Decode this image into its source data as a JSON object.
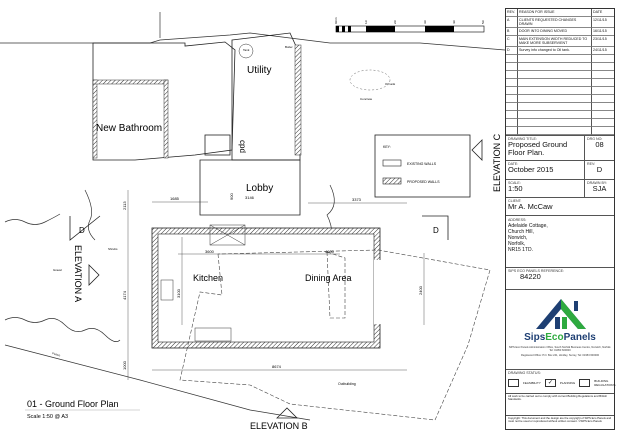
{
  "title_block": {
    "revisions_header": {
      "rev": "REV.",
      "reason": "REASON FOR ISSUE",
      "date": "DATE"
    },
    "revisions": [
      {
        "rev": "A",
        "reason": "CLIENTS REQUESTED CHANGES DRAWN",
        "date": "12/11/15"
      },
      {
        "rev": "B",
        "reason": "DOOR INTO DINING MOVED",
        "date": "16/11/15"
      },
      {
        "rev": "C",
        "reason": "MAIN EXTENSION WIDTH REDUCED TO MAKE MORE SUBSERVIENT",
        "date": "23/11/15"
      },
      {
        "rev": "D",
        "reason": "Survey info changed to Oil tank.",
        "date": "24/11/15"
      }
    ],
    "drawing_title_label": "DRAWING TITLE:",
    "drawing_title": "Proposed Ground Floor Plan.",
    "drg_no_label": "DRG NO:",
    "drg_no": "08",
    "date_label": "DATE:",
    "date": "October 2015",
    "rev_label": "REV:",
    "rev": "D",
    "scale_label": "SCALE:",
    "scale": "1:50",
    "drawn_by_label": "DRAWN BY:",
    "drawn_by": "SJA",
    "client_label": "CLIENT:",
    "client": "Mr A. McCaw",
    "address_label": "ADDRESS:",
    "address": [
      "Adelaide Cottage,",
      "Church Hill,",
      "Norwich,",
      "Norfolk,",
      "NR15 1TD."
    ],
    "reference_label": "SIPS ECO PANELS REFERENCE:",
    "reference": "84220",
    "logo_text": {
      "part1": "Sips",
      "part2": "Eco",
      "part3": "Panels"
    },
    "company_info": "SIPS Eco Panels Administration Office, South Norfolk Business Centre, Norwich, Norfolk. Tel: 01953 600000",
    "registered_office": "Registered Office: P.O. Box 241, Hindley, Surrey, Tel: 01953 600000",
    "drawing_status_label": "DRAWING STATUS:",
    "statuses": [
      {
        "label": "FEASIBILITY",
        "checked": false
      },
      {
        "label": "PLANNING",
        "checked": true
      },
      {
        "label": "BUILDING REGULATIONS",
        "checked": false
      }
    ],
    "notes": "All work to be carried out to comply with current Building Regulations and British Standards.",
    "copyright": "Copyright: This document and the design are the copyright of SIPS Eco Panels and must not be used or reproduced without written consent. ©SIPS Eco Panels"
  },
  "colors": {
    "logo_blue": "#1e3f73",
    "logo_green": "#2eaa3f",
    "wall_hatch": "#333333"
  },
  "plan": {
    "title": "01 - Ground Floor Plan",
    "scale": "Scale 1:50 @ A3",
    "rooms": [
      "New Bathroom",
      "Utility",
      "Lobby",
      "Kitchen",
      "Dining Area",
      "cpd"
    ],
    "elevations": {
      "a": "ELEVATION A",
      "b": "ELEVATION B",
      "c": "ELEVATION C",
      "d": "D"
    },
    "dimensions": [
      "1685",
      "3146",
      "3373",
      "3600",
      "4600",
      "2113",
      "4174",
      "3100",
      "2400",
      "8674",
      "1000",
      "900"
    ],
    "labels": {
      "outbuilding": "Outbuilding",
      "tank": "Tank",
      "boiler": "Boiler",
      "oil_tank": "Oil tank",
      "shrubs": "Shrubs",
      "gravel": "Gravel",
      "fence": "Fence",
      "concrete": "Concrete"
    },
    "scale_bar": [
      "0mm",
      "1m",
      "2m",
      "3m",
      "4m",
      "5m"
    ]
  },
  "key": {
    "title": "KEY:",
    "existing": "EXISTING WALLS",
    "proposed": "PROPOSED WALLS"
  }
}
